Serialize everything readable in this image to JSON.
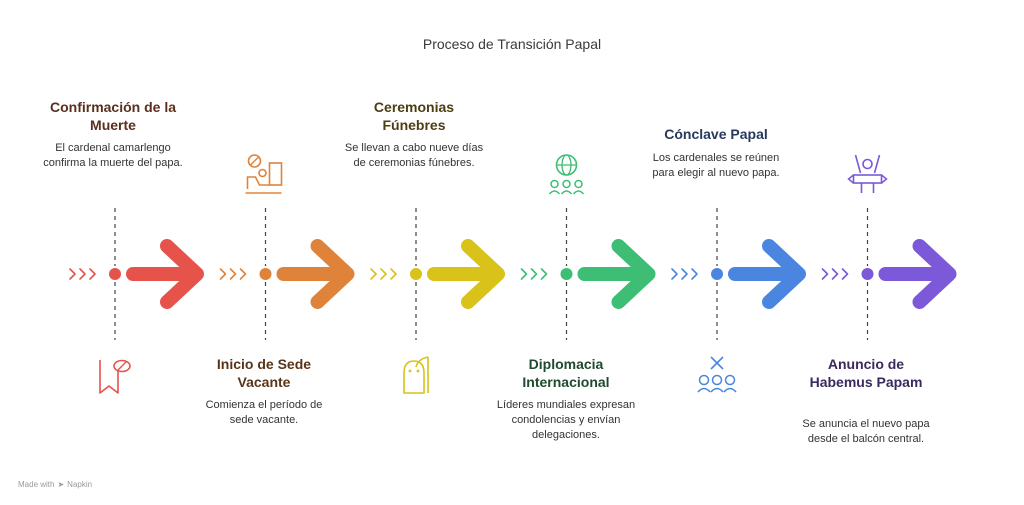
{
  "title": "Proceso de Transición Papal",
  "footer": {
    "made_with": "Made with",
    "brand": "Napkin"
  },
  "steps": [
    {
      "heading": "Confirmación de la Muerte",
      "description": "El cardenal camarlengo confirma la muerte del papa.",
      "color": "#e5534b",
      "icon": "bookmark-search-icon"
    },
    {
      "heading": "Inicio de Sede Vacante",
      "description": "Comienza el período de sede vacante.",
      "color": "#e0833a",
      "icon": "person-desk-icon"
    },
    {
      "heading": "Ceremonias Fúnebres",
      "description": "Se llevan a cabo nueve días de ceremonias fúnebres.",
      "color": "#d9c21a",
      "icon": "grim-reaper-icon"
    },
    {
      "heading": "Diplomacia Internacional",
      "description": "Líderes mundiales expresan condolencias y envían delegaciones.",
      "color": "#3dbe74",
      "icon": "globe-people-icon"
    },
    {
      "heading": "Cónclave Papal",
      "description": "Los cardenales se reúnen para elegir al nuevo papa.",
      "color": "#4a86e0",
      "icon": "group-vote-icon"
    },
    {
      "heading": "Anuncio de Habemus Papam",
      "description": "Se anuncia el nuevo papa desde el balcón central.",
      "color": "#7b59d8",
      "icon": "celebrate-banner-icon"
    }
  ]
}
